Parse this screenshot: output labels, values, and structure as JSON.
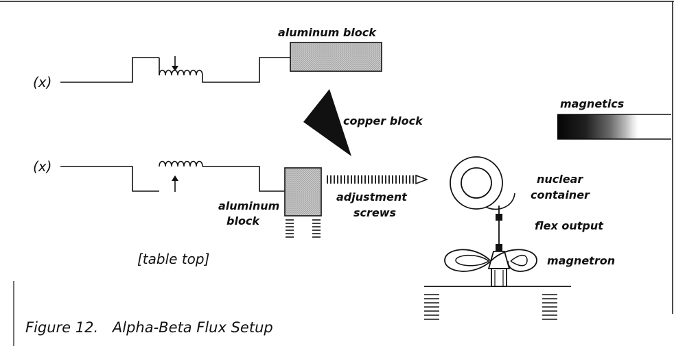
{
  "labels": {
    "input_top": "(x)",
    "input_bottom": "(x)",
    "aluminum_block_top": "aluminum block",
    "copper_block": "copper block",
    "magnetics": "magnetics",
    "aluminum_block_bottom_line1": "aluminum",
    "aluminum_block_bottom_line2": "block",
    "adjustment_line1": "adjustment",
    "adjustment_line2": "screws",
    "nuclear_line1": "nuclear",
    "nuclear_line2": "container",
    "flex_output": "flex output",
    "magnetron": "magnetron",
    "table_top": "[table top]"
  },
  "caption": {
    "number": "Figure 12.",
    "title": "Alpha-Beta Flux Setup"
  },
  "colors": {
    "ink": "#111111",
    "stipple": "#b8b8b8",
    "paper": "#ffffff"
  }
}
